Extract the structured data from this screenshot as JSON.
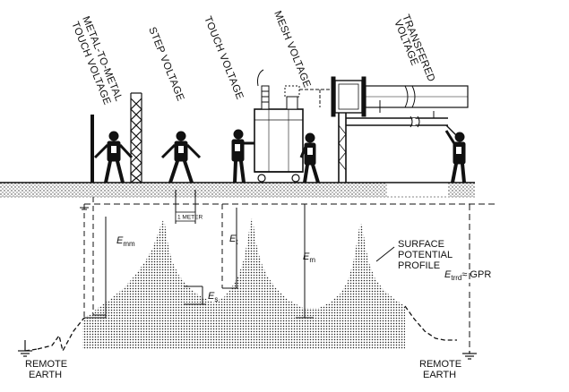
{
  "headers": {
    "metal_to_metal_1": "METAL-TO-METAL",
    "metal_to_metal_2": "TOUCH VOLTAGE",
    "step": "STEP VOLTAGE",
    "touch": "TOUCH VOLTAGE",
    "mesh": "MESH VOLTAGE",
    "transfered_1": "TRANSFERED",
    "transfered_2": "VOLTAGE"
  },
  "labels": {
    "meter": "1 METER",
    "surface_1": "SURFACE",
    "surface_2": "POTENTIAL",
    "surface_3": "PROFILE",
    "approx_gpr": "≈ GPR",
    "remote_left_1": "REMOTE",
    "remote_left_2": "EARTH",
    "remote_right_1": "REMOTE",
    "remote_right_2": "EARTH"
  },
  "symbols": {
    "e_mm": "E",
    "e_mm_sub": "mm",
    "e_t": "E",
    "e_t_sub": "t",
    "e_m": "E",
    "e_m_sub": "m",
    "e_s": "E",
    "e_s_sub": "s",
    "e_trrd": "E",
    "e_trrd_sub": "trrd"
  }
}
